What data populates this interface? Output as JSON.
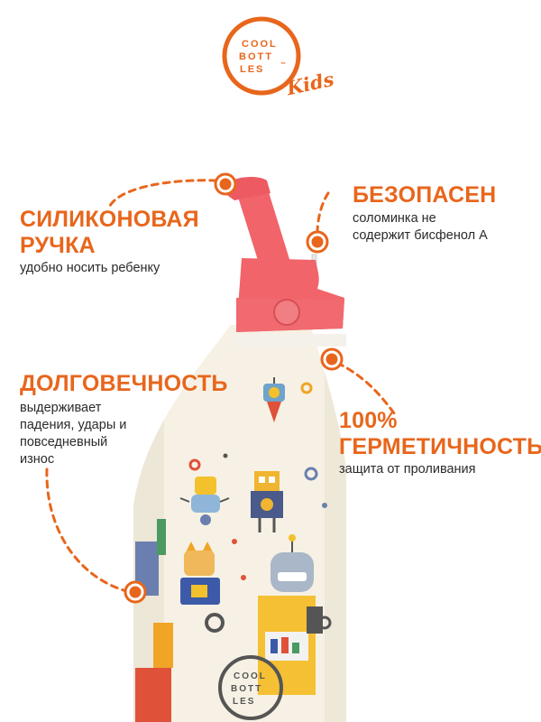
{
  "brand": {
    "logo_lines": [
      "COOL",
      "BOTT",
      "LES"
    ],
    "trademark": "™",
    "sub": "Kids",
    "color": "#e8661c"
  },
  "features": {
    "handle": {
      "title_line1": "СИЛИКОНОВАЯ",
      "title_line2": "РУЧКА",
      "desc": "удобно носить ребенку"
    },
    "safe": {
      "title": "БЕЗОПАСЕН",
      "desc_line1": "соломинка не",
      "desc_line2": "содержит бисфенол А"
    },
    "durable": {
      "title": "ДОЛГОВЕЧНОСТЬ",
      "desc_line1": "выдерживает",
      "desc_line2": "падения, удары и",
      "desc_line3": "повседневный",
      "desc_line4": "износ"
    },
    "sealed": {
      "title_line1": "100%",
      "title_line2": "ГЕРМЕТИЧНОСТЬ",
      "desc": "защита от проливания"
    }
  },
  "colors": {
    "accent": "#e8661c",
    "cap": "#f0646a",
    "bottle": "#f6f1e4"
  },
  "bottle_logo_lines": [
    "COOL",
    "BOTT",
    "LES"
  ]
}
